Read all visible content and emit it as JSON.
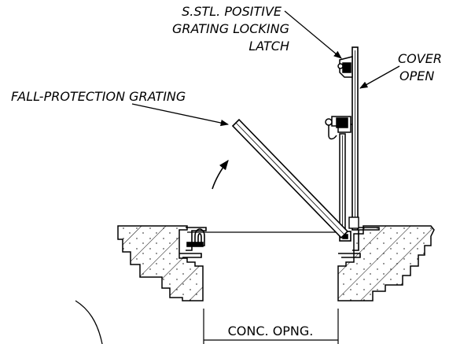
{
  "labels": {
    "latch": [
      "S.STL. POSITIVE",
      "GRATING LOCKING",
      "LATCH"
    ],
    "cover": [
      "COVER",
      "OPEN"
    ],
    "grating": "FALL-PROTECTION GRATING",
    "opening": "CONC. OPNG."
  }
}
